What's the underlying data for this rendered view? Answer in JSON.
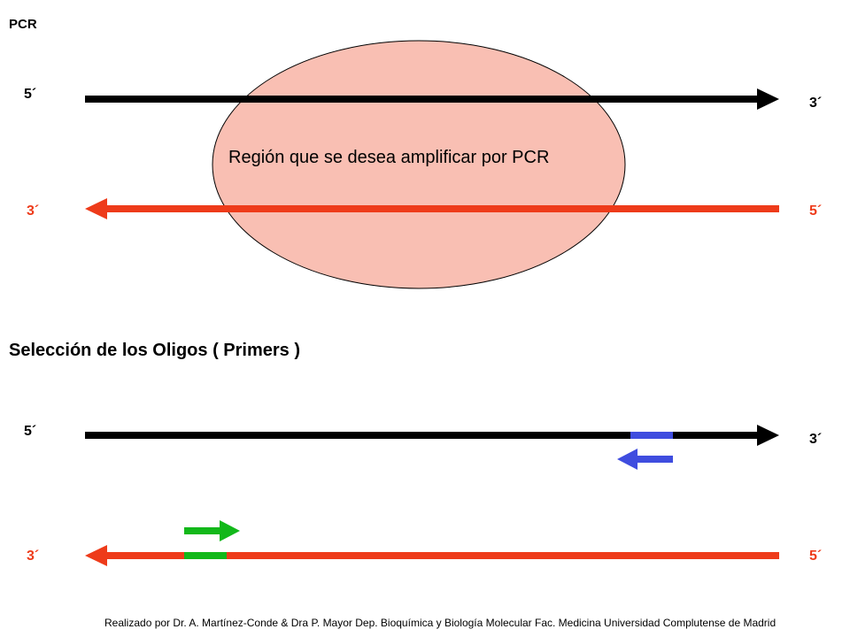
{
  "title": "PCR",
  "section1": {
    "top_strand": {
      "left": "5´",
      "right": "3´"
    },
    "bottom_strand": {
      "left": "3´",
      "right": "5´"
    },
    "region_label": "Región que se desea amplificar por PCR"
  },
  "section2": {
    "heading": "Selección de los Oligos ( Primers )",
    "top_strand": {
      "left": "5´",
      "right": "3´"
    },
    "bottom_strand": {
      "left": "3´",
      "right": "5´"
    }
  },
  "credit": "Realizado por Dr. A. Martínez-Conde & Dra P. Mayor Dep. Bioquímica y Biología Molecular Fac. Medicina Universidad Complutense de Madrid",
  "colors": {
    "template_strand": "#000000",
    "complement_strand": "#ee3b1a",
    "region_fill": "#f9bfb3",
    "reverse_primer": "#3f4ddf",
    "forward_primer": "#12b81a"
  }
}
